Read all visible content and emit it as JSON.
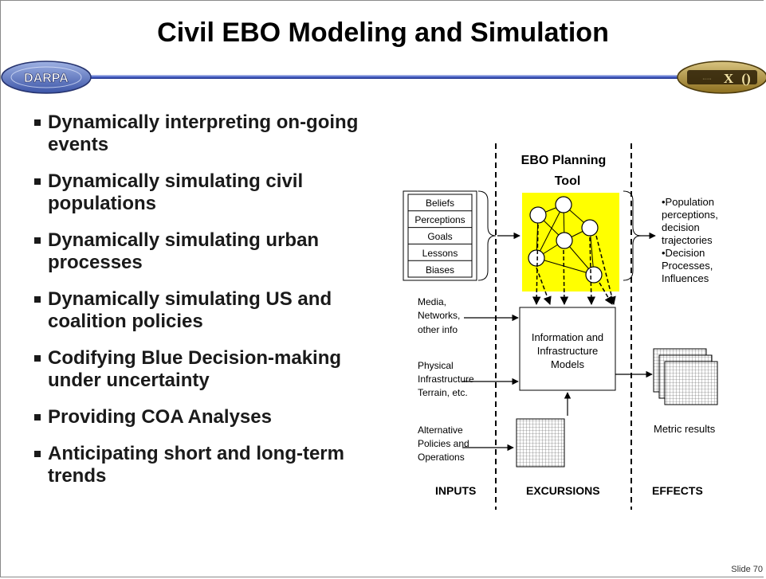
{
  "slide": {
    "title": "Civil EBO Modeling and Simulation",
    "slide_number": "Slide 70",
    "logo_left_text": "DARPA"
  },
  "bullets": [
    "Dynamically interpreting on-going events",
    "Dynamically simulating civil populations",
    "Dynamically simulating urban processes",
    "Dynamically simulating US and coalition policies",
    "Codifying Blue Decision-making under uncertainty",
    "Providing COA Analyses",
    "Anticipating short and long-term trends"
  ],
  "diagram": {
    "planning_tool_label": [
      "EBO Planning",
      "Tool"
    ],
    "stack_items": [
      "Beliefs",
      "Perceptions",
      "Goals",
      "Lessons",
      "Biases"
    ],
    "effects_top": [
      "•Population",
      "perceptions,",
      "decision",
      "trajectories",
      "•Decision",
      "Processes,",
      "Influences"
    ],
    "models_box": [
      "Information and",
      "Infrastructure",
      "Models"
    ],
    "input_media": [
      "Media,",
      "Networks,",
      "other info"
    ],
    "input_physical": [
      "Physical",
      "Infrastructure",
      "Terrain, etc."
    ],
    "input_alternative": [
      "Alternative",
      "Policies and",
      "Operations"
    ],
    "metric_results": "Metric results",
    "section_inputs": "INPUTS",
    "section_excursions": "EXCURSIONS",
    "section_effects": "EFFECTS",
    "highlight_color": "#ffff00"
  }
}
